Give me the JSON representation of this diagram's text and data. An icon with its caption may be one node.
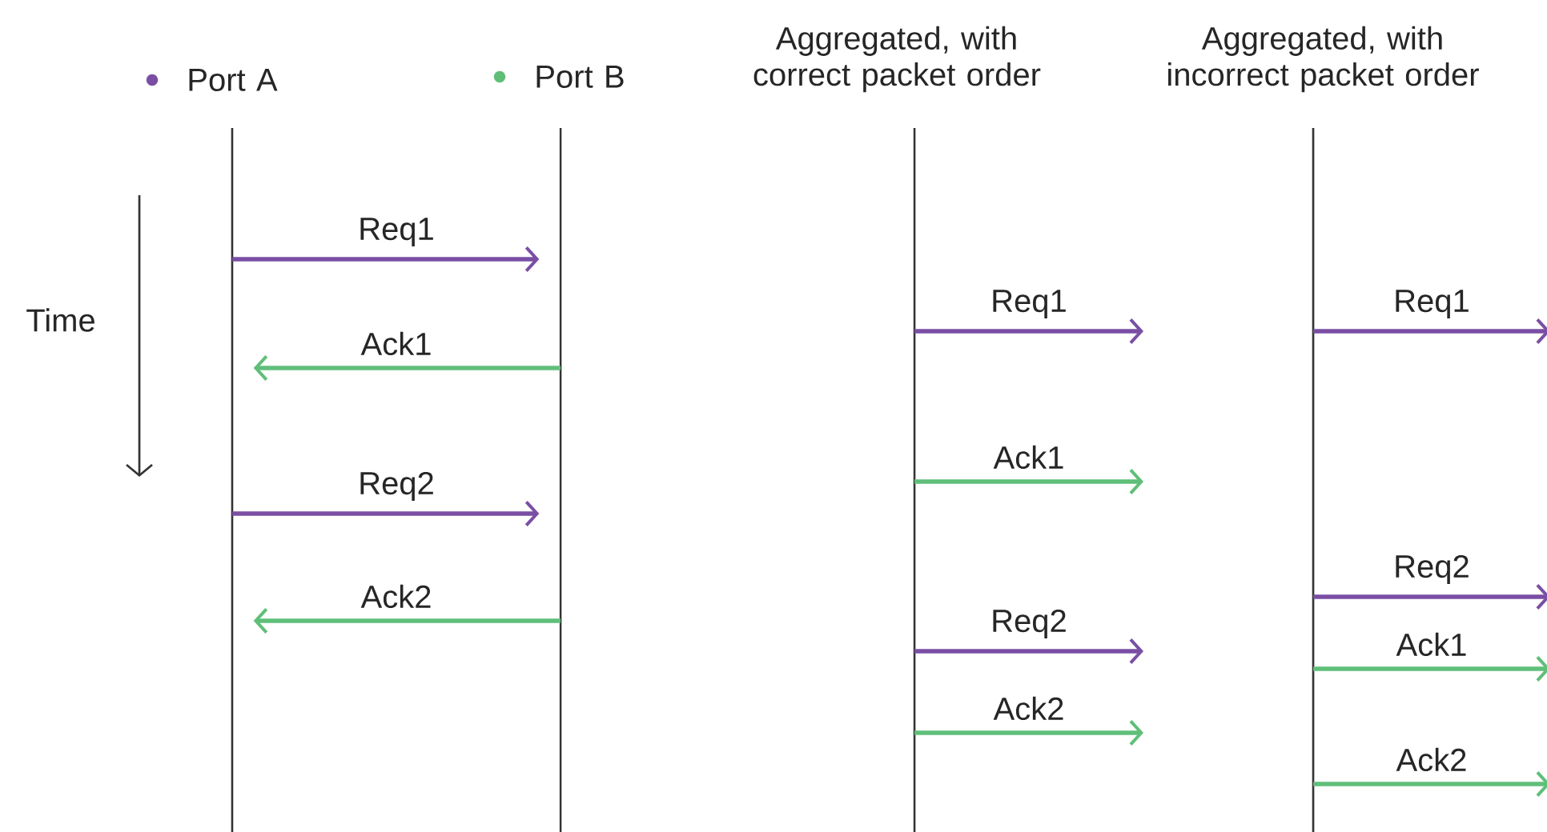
{
  "diagram": {
    "nodes": [
      {
        "text": [
          "Port A"
        ]
      },
      {
        "text": [
          "Port B"
        ]
      },
      {
        "text": [
          "Aggregated, with correct packet order"
        ]
      },
      {
        "text": [
          "Aggregated, with incorrect packet order"
        ]
      }
    ],
    "edges": [
      {
        "from": 0,
        "to": 1,
        "arrow": "to",
        "label": "Req1",
        "color": "#7a4fa3"
      },
      {
        "from": 1,
        "to": 0,
        "arrow": "to",
        "label": "Ack1",
        "color": "#5fbf79"
      },
      {
        "from": 0,
        "to": 1,
        "arrow": "to",
        "label": "Req2",
        "color": "#7a4fa3"
      },
      {
        "from": 1,
        "to": 0,
        "arrow": "to",
        "label": "Ack2",
        "color": "#5fbf79"
      },
      {
        "from": 2,
        "to": null,
        "arrow": "to",
        "label": "Req1",
        "color": "#7a4fa3"
      },
      {
        "from": 2,
        "to": null,
        "arrow": "to",
        "label": "Ack1",
        "color": "#5fbf79"
      },
      {
        "from": 2,
        "to": null,
        "arrow": "to",
        "label": "Req2",
        "color": "#7a4fa3"
      },
      {
        "from": 2,
        "to": null,
        "arrow": "to",
        "label": "Ack2",
        "color": "#5fbf79"
      },
      {
        "from": 3,
        "to": null,
        "arrow": "to",
        "label": "Req1",
        "color": "#7a4fa3"
      },
      {
        "from": 3,
        "to": null,
        "arrow": "to",
        "label": "Req2",
        "color": "#7a4fa3"
      },
      {
        "from": 3,
        "to": null,
        "arrow": "to",
        "label": "Ack1",
        "color": "#5fbf79"
      },
      {
        "from": 3,
        "to": null,
        "arrow": "to",
        "label": "Ack2",
        "color": "#5fbf79"
      }
    ],
    "labels": [
      "Time"
    ]
  }
}
